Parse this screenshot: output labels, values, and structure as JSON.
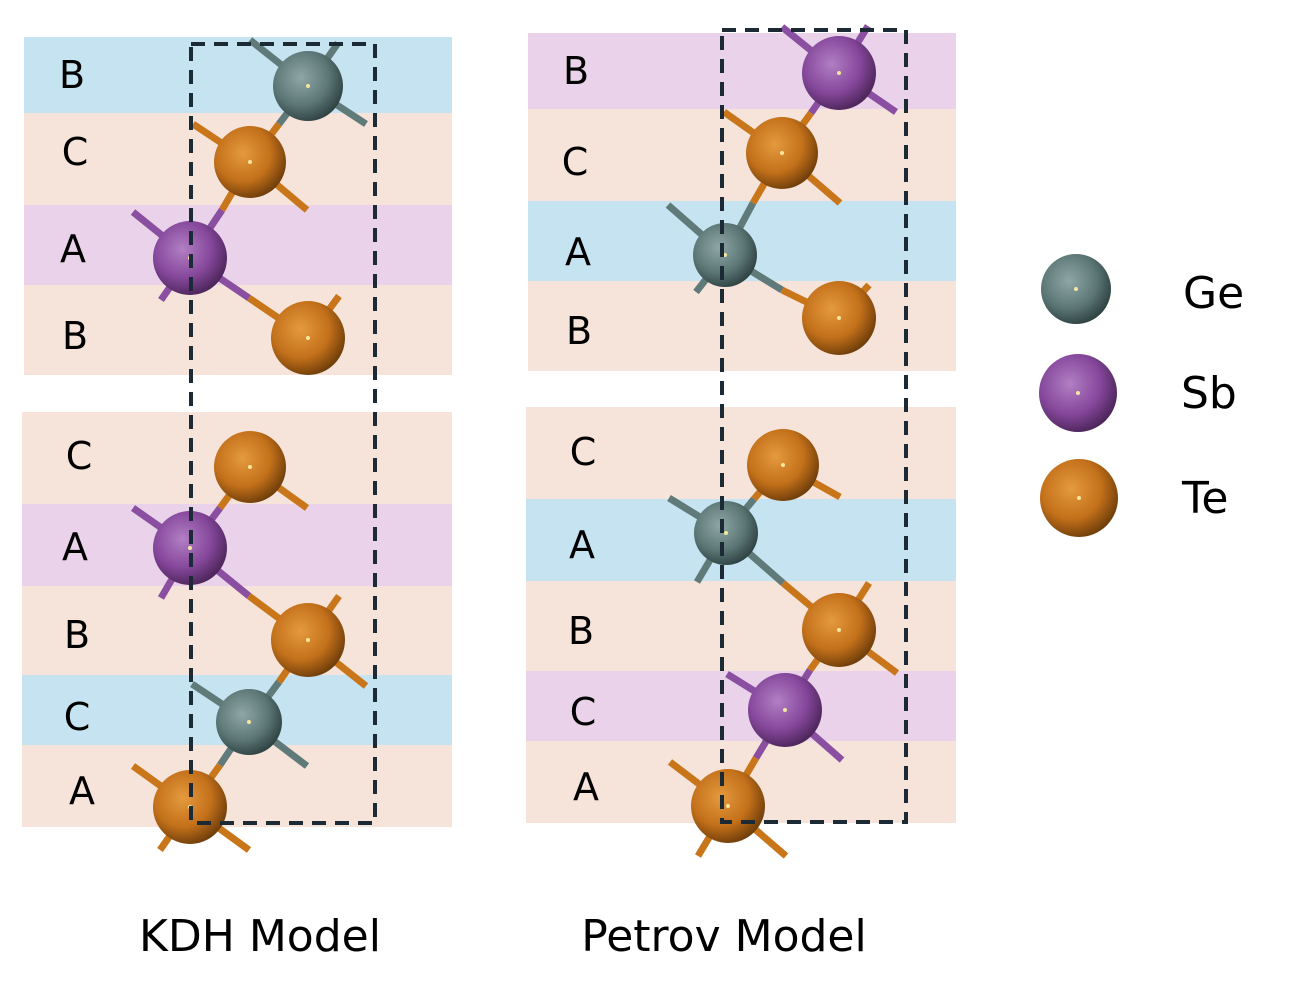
{
  "colors": {
    "Ge": "#607a7a",
    "Sb": "#8a4fa0",
    "Te": "#c9761a",
    "band_Ge": "#c6e3f1",
    "band_Sb": "#ead3ea",
    "band_Te": "#f6e4da",
    "box": "#1c2a36"
  },
  "legend": [
    {
      "element": "Ge",
      "label": "Ge"
    },
    {
      "element": "Sb",
      "label": "Sb"
    },
    {
      "element": "Te",
      "label": "Te"
    }
  ],
  "panels": [
    {
      "id": "kdh",
      "title": "KDH Model",
      "layers": [
        {
          "label": "B",
          "element": "Ge"
        },
        {
          "label": "C",
          "element": "Te"
        },
        {
          "label": "A",
          "element": "Sb"
        },
        {
          "label": "B",
          "element": "Te"
        },
        {
          "label": "C",
          "element": "Te"
        },
        {
          "label": "A",
          "element": "Sb"
        },
        {
          "label": "B",
          "element": "Te"
        },
        {
          "label": "C",
          "element": "Ge"
        },
        {
          "label": "A",
          "element": "Te"
        }
      ]
    },
    {
      "id": "petrov",
      "title": "Petrov Model",
      "layers": [
        {
          "label": "B",
          "element": "Sb"
        },
        {
          "label": "C",
          "element": "Te"
        },
        {
          "label": "A",
          "element": "Ge"
        },
        {
          "label": "B",
          "element": "Te"
        },
        {
          "label": "C",
          "element": "Te"
        },
        {
          "label": "A",
          "element": "Ge"
        },
        {
          "label": "B",
          "element": "Te"
        },
        {
          "label": "C",
          "element": "Sb"
        },
        {
          "label": "A",
          "element": "Te"
        }
      ]
    }
  ]
}
